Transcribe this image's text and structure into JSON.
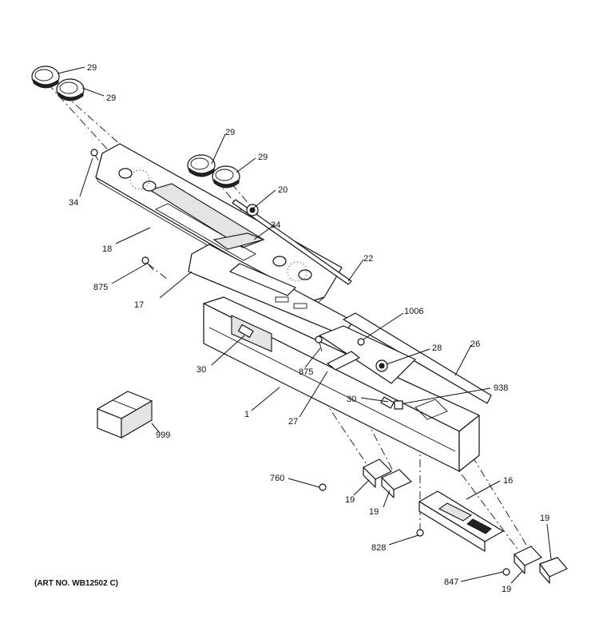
{
  "callouts": [
    {
      "id": "c29a",
      "label": "29"
    },
    {
      "id": "c29b",
      "label": "29"
    },
    {
      "id": "c34a",
      "label": "34"
    },
    {
      "id": "c29c",
      "label": "29"
    },
    {
      "id": "c29d",
      "label": "29"
    },
    {
      "id": "c20",
      "label": "20"
    },
    {
      "id": "c18",
      "label": "18"
    },
    {
      "id": "c34b",
      "label": "34"
    },
    {
      "id": "c22",
      "label": "22"
    },
    {
      "id": "c875a",
      "label": "875"
    },
    {
      "id": "c17",
      "label": "17"
    },
    {
      "id": "c1006",
      "label": "1006"
    },
    {
      "id": "c28",
      "label": "28"
    },
    {
      "id": "c26",
      "label": "26"
    },
    {
      "id": "c30a",
      "label": "30"
    },
    {
      "id": "c875b",
      "label": "875"
    },
    {
      "id": "c938",
      "label": "938"
    },
    {
      "id": "c30b",
      "label": "30"
    },
    {
      "id": "c1",
      "label": "1"
    },
    {
      "id": "c27",
      "label": "27"
    },
    {
      "id": "c999",
      "label": "999"
    },
    {
      "id": "c760",
      "label": "760"
    },
    {
      "id": "c16",
      "label": "16"
    },
    {
      "id": "c19a",
      "label": "19"
    },
    {
      "id": "c19b",
      "label": "19"
    },
    {
      "id": "c19c",
      "label": "19"
    },
    {
      "id": "c828",
      "label": "828"
    },
    {
      "id": "c847",
      "label": "847"
    },
    {
      "id": "c19d",
      "label": "19"
    }
  ],
  "art_number": "(ART NO. WB12502 C)"
}
